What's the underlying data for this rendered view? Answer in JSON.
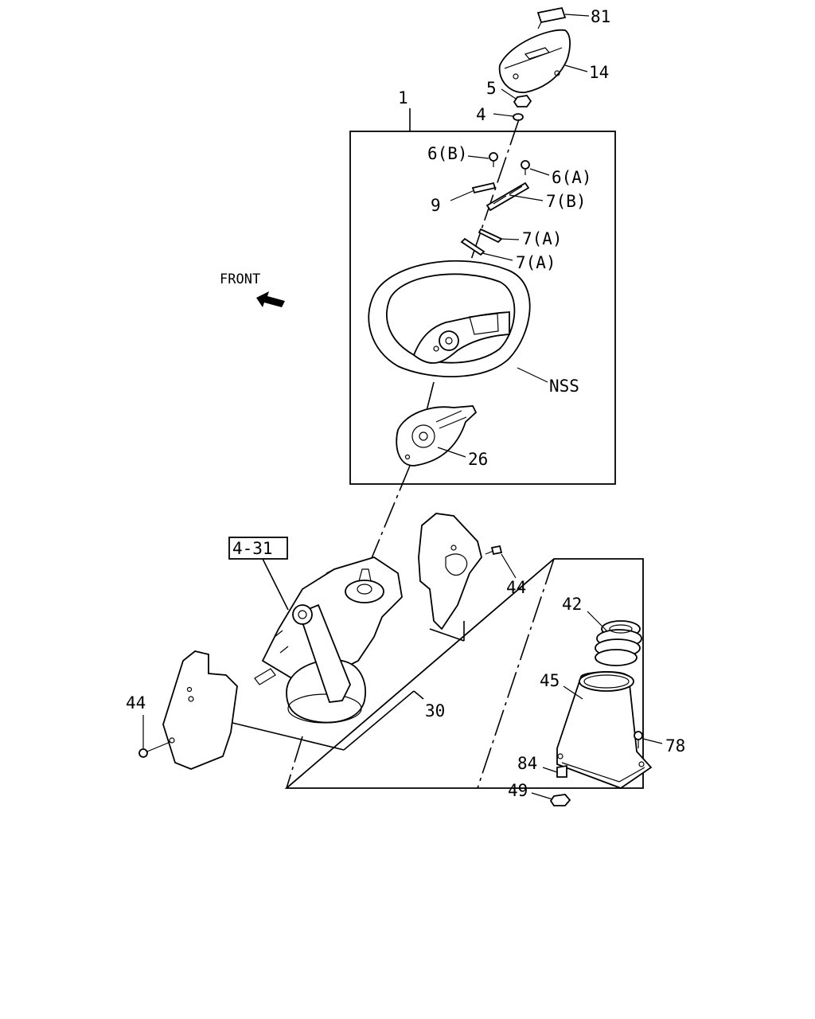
{
  "labels": {
    "p81": "81",
    "p14": "14",
    "p5": "5",
    "p4": "4",
    "p1": "1",
    "p6b": "6(B)",
    "p6a": "6(A)",
    "p9": "9",
    "p7b": "7(B)",
    "p7a_1": "7(A)",
    "p7a_2": "7(A)",
    "front": "FRONT",
    "nss": "NSS",
    "p26": "26",
    "ref431": "4-31",
    "p44_right": "44",
    "p42": "42",
    "p45": "45",
    "p30": "30",
    "p44_left": "44",
    "p78": "78",
    "p84": "84",
    "p49": "49"
  }
}
